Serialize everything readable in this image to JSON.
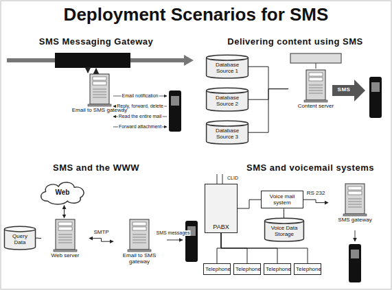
{
  "diagram": {
    "title": "Deployment Scenarios for SMS",
    "nodes": [
      {
        "text": [
          "Email to SMS gateway"
        ]
      },
      {
        "text": [
          "Database Source 1"
        ]
      },
      {
        "text": [
          "Database Source 2"
        ]
      },
      {
        "text": [
          "Database Source 3"
        ]
      },
      {
        "text": [
          "Content server"
        ]
      },
      {
        "text": [
          "Web"
        ]
      },
      {
        "text": [
          "Query Data"
        ]
      },
      {
        "text": [
          "Web server"
        ]
      },
      {
        "text": [
          "Email to SMS gateway"
        ]
      },
      {
        "text": [
          "PABX"
        ]
      },
      {
        "text": [
          "Voice mail system"
        ]
      },
      {
        "text": [
          "Voice Data Storage"
        ]
      },
      {
        "text": [
          "SMS gateway"
        ]
      },
      {
        "text": [
          "Telephone"
        ]
      },
      {
        "text": [
          "Telephone"
        ]
      },
      {
        "text": [
          "Telephone"
        ]
      },
      {
        "text": [
          "Telephone"
        ]
      }
    ],
    "edges": [
      {
        "from": 1,
        "to": 4,
        "arrow": "none"
      },
      {
        "from": 2,
        "to": 4,
        "arrow": "none"
      },
      {
        "from": 3,
        "to": 4,
        "arrow": "none"
      },
      {
        "from": 5,
        "to": 7,
        "arrow": "both"
      },
      {
        "from": 6,
        "to": 7,
        "arrow": "none"
      },
      {
        "from": 7,
        "to": 8,
        "label": "SMTP",
        "arrow": "both"
      },
      {
        "from": 9,
        "to": 10,
        "arrow": "none"
      },
      {
        "from": 10,
        "to": 11,
        "arrow": "none"
      },
      {
        "from": 10,
        "to": 12,
        "label": "RS 232",
        "arrow": "to"
      },
      {
        "from": 9,
        "to": 13,
        "arrow": "none"
      },
      {
        "from": 9,
        "to": 14,
        "arrow": "none"
      },
      {
        "from": 9,
        "to": 15,
        "arrow": "none"
      },
      {
        "from": 9,
        "to": 16,
        "arrow": "none"
      }
    ],
    "labels": [
      "SMS Messaging Gateway",
      "Delivering content using SMS",
      "SMS and the WWW",
      "SMS and voicemail systems",
      "Email notification",
      "Reply, forward, delete",
      "Read the entire mail",
      "Forward attachment",
      "SMS",
      "SMS messages",
      "CLID"
    ]
  }
}
